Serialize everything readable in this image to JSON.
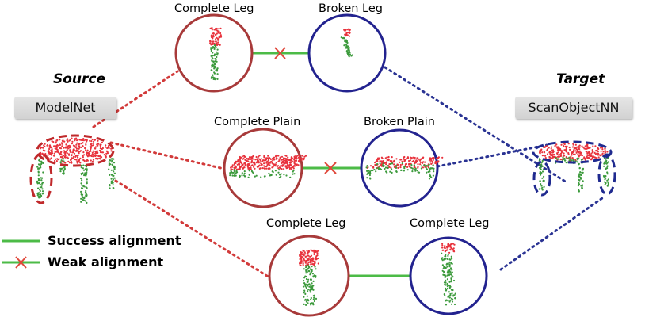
{
  "source": {
    "title": "Source",
    "dataset": "ModelNet"
  },
  "target": {
    "title": "Target",
    "dataset": "ScanObjectNN"
  },
  "top_row": {
    "left_label": "Complete Leg",
    "right_label": "Broken Leg",
    "alignment": "weak"
  },
  "middle_row": {
    "left_label": "Complete Plain",
    "right_label": "Broken Plain",
    "alignment": "weak"
  },
  "bottom_row": {
    "left_label": "Complete Leg",
    "right_label": "Complete Leg",
    "alignment": "success"
  },
  "legend": {
    "success_label": "Success alignment",
    "weak_label": "Weak alignment"
  },
  "colors": {
    "source_red": "#c0392b",
    "target_blue": "#1f2a8f",
    "success_green": "#4cbb47",
    "weak_cross_red": "#e0473a",
    "points_red": "#e8323c",
    "points_green": "#3c9a3c",
    "circle_red": "#a83a3a",
    "circle_blue": "#23238f"
  }
}
